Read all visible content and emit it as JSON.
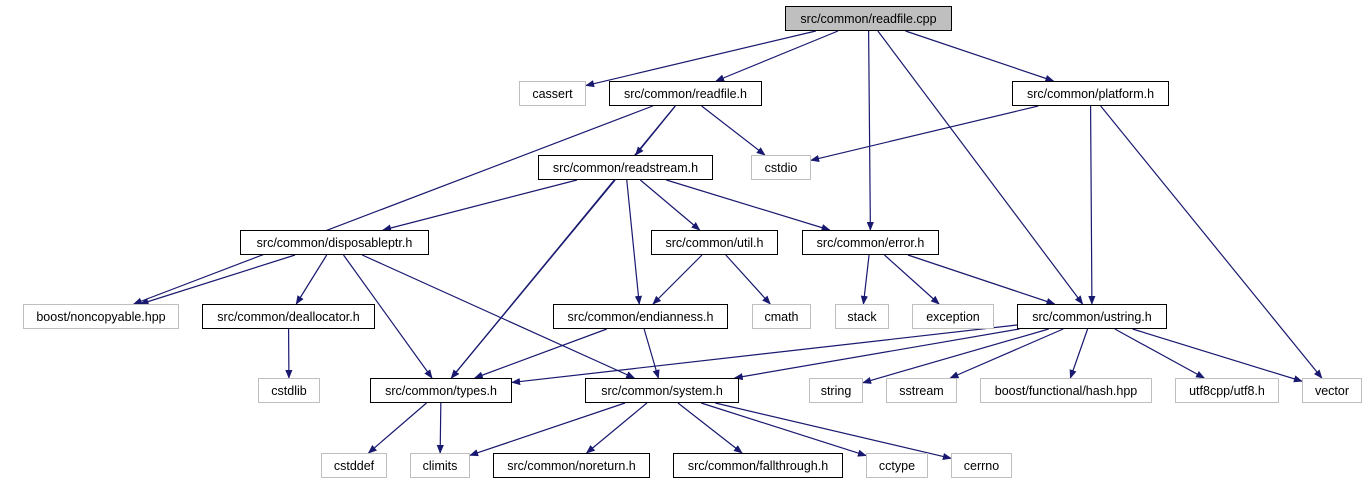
{
  "colors": {
    "edge": "#191970",
    "file_border": "#000000",
    "system_border": "#bfbfbf",
    "root_fill": "#bfbfbf"
  },
  "nodes": {
    "readfile_cpp": {
      "label": "src/common/readfile.cpp"
    },
    "cassert": {
      "label": "cassert"
    },
    "readfile_h": {
      "label": "src/common/readfile.h"
    },
    "platform_h": {
      "label": "src/common/platform.h"
    },
    "cstdio": {
      "label": "cstdio"
    },
    "readstream_h": {
      "label": "src/common/readstream.h"
    },
    "disposableptr_h": {
      "label": "src/common/disposableptr.h"
    },
    "util_h": {
      "label": "src/common/util.h"
    },
    "error_h": {
      "label": "src/common/error.h"
    },
    "noncopyable_hpp": {
      "label": "boost/noncopyable.hpp"
    },
    "deallocator_h": {
      "label": "src/common/deallocator.h"
    },
    "endianness_h": {
      "label": "src/common/endianness.h"
    },
    "cmath": {
      "label": "cmath"
    },
    "stack": {
      "label": "stack"
    },
    "exception": {
      "label": "exception"
    },
    "ustring_h": {
      "label": "src/common/ustring.h"
    },
    "cstdlib": {
      "label": "cstdlib"
    },
    "types_h": {
      "label": "src/common/types.h"
    },
    "system_h": {
      "label": "src/common/system.h"
    },
    "string": {
      "label": "string"
    },
    "sstream": {
      "label": "sstream"
    },
    "hash_hpp": {
      "label": "boost/functional/hash.hpp"
    },
    "utf8_h": {
      "label": "utf8cpp/utf8.h"
    },
    "vector": {
      "label": "vector"
    },
    "cstddef": {
      "label": "cstddef"
    },
    "climits": {
      "label": "climits"
    },
    "noreturn_h": {
      "label": "src/common/noreturn.h"
    },
    "fallthrough_h": {
      "label": "src/common/fallthrough.h"
    },
    "cctype": {
      "label": "cctype"
    },
    "cerrno": {
      "label": "cerrno"
    }
  },
  "edges": [
    [
      "readfile_cpp",
      "cassert"
    ],
    [
      "readfile_cpp",
      "readfile_h"
    ],
    [
      "readfile_cpp",
      "platform_h"
    ],
    [
      "readfile_cpp",
      "error_h"
    ],
    [
      "readfile_cpp",
      "ustring_h"
    ],
    [
      "readfile_h",
      "noncopyable_hpp"
    ],
    [
      "readfile_h",
      "readstream_h"
    ],
    [
      "readfile_h",
      "cstdio"
    ],
    [
      "readfile_h",
      "types_h"
    ],
    [
      "platform_h",
      "cstdio"
    ],
    [
      "platform_h",
      "ustring_h"
    ],
    [
      "platform_h",
      "vector"
    ],
    [
      "readstream_h",
      "disposableptr_h"
    ],
    [
      "readstream_h",
      "util_h"
    ],
    [
      "readstream_h",
      "error_h"
    ],
    [
      "readstream_h",
      "endianness_h"
    ],
    [
      "readstream_h",
      "types_h"
    ],
    [
      "disposableptr_h",
      "noncopyable_hpp"
    ],
    [
      "disposableptr_h",
      "deallocator_h"
    ],
    [
      "disposableptr_h",
      "types_h"
    ],
    [
      "disposableptr_h",
      "system_h"
    ],
    [
      "util_h",
      "endianness_h"
    ],
    [
      "util_h",
      "cmath"
    ],
    [
      "error_h",
      "stack"
    ],
    [
      "error_h",
      "exception"
    ],
    [
      "error_h",
      "ustring_h"
    ],
    [
      "deallocator_h",
      "cstdlib"
    ],
    [
      "endianness_h",
      "types_h"
    ],
    [
      "endianness_h",
      "system_h"
    ],
    [
      "ustring_h",
      "types_h"
    ],
    [
      "ustring_h",
      "system_h"
    ],
    [
      "ustring_h",
      "string"
    ],
    [
      "ustring_h",
      "sstream"
    ],
    [
      "ustring_h",
      "hash_hpp"
    ],
    [
      "ustring_h",
      "utf8_h"
    ],
    [
      "ustring_h",
      "vector"
    ],
    [
      "types_h",
      "cstddef"
    ],
    [
      "types_h",
      "climits"
    ],
    [
      "system_h",
      "climits"
    ],
    [
      "system_h",
      "noreturn_h"
    ],
    [
      "system_h",
      "fallthrough_h"
    ],
    [
      "system_h",
      "cctype"
    ],
    [
      "system_h",
      "cerrno"
    ]
  ]
}
